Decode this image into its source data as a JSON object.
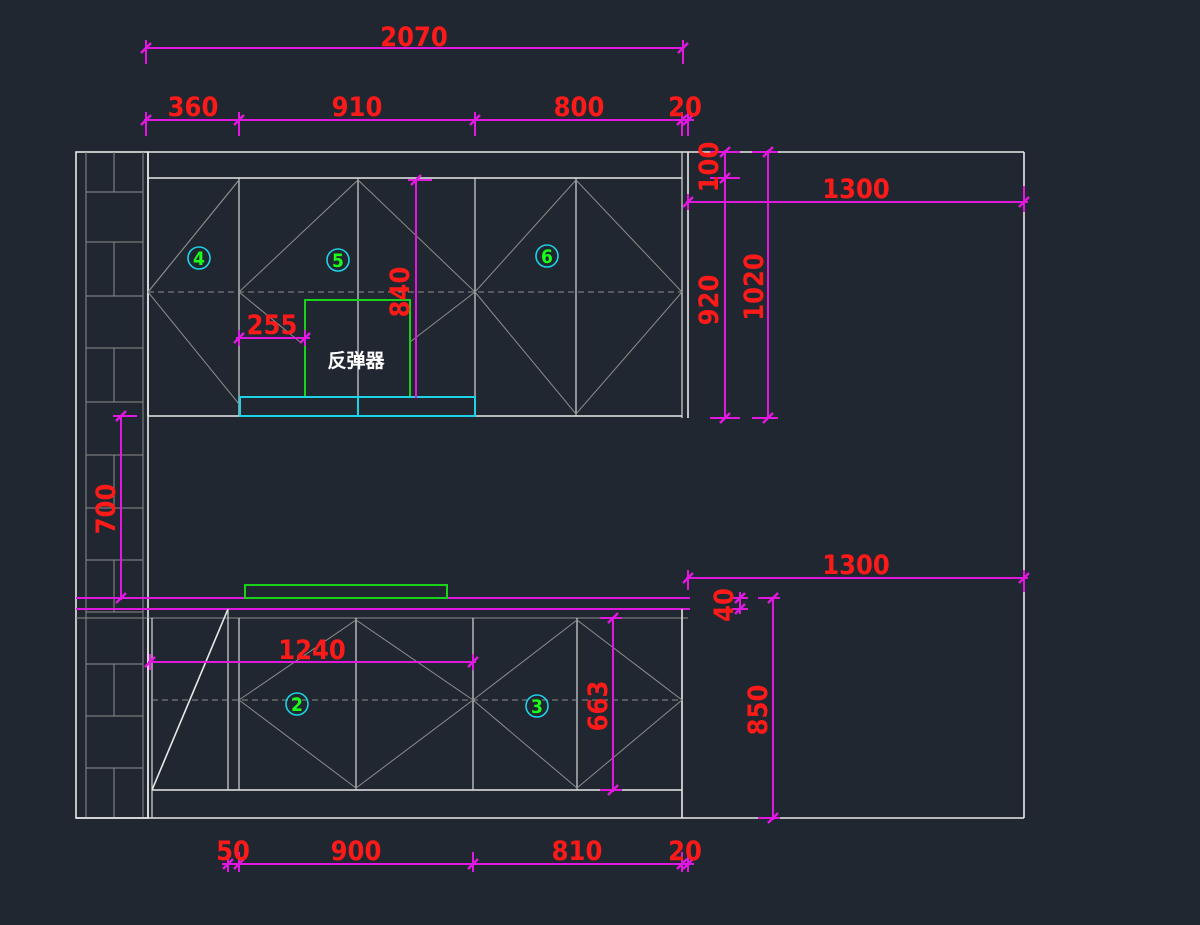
{
  "drawing": {
    "appliance_label": "反弹器",
    "colors": {
      "background": "#212730",
      "outline": "#e8e8e8",
      "dimension_line": "#e018e0",
      "dimension_text": "#ff1a1a",
      "cabinet_number": "#19ff19",
      "marker_circle": "#1ed2e6"
    },
    "cabinet_numbers": {
      "n4": "4",
      "n5": "5",
      "n6": "6",
      "n2": "2",
      "n3": "3"
    },
    "dimensions": {
      "top_total": "2070",
      "top_seg_1": "360",
      "top_seg_2": "910",
      "top_seg_3": "800",
      "top_seg_4": "20",
      "upper_top_gap": "100",
      "upper_height": "920",
      "upper_total_height": "1020",
      "upper_depth": "1300",
      "hood_height": "840",
      "hood_offset": "255",
      "wall_gap": "700",
      "counter_depth": "1300",
      "counter_thickness": "40",
      "base_total_height": "850",
      "base_door_height": "663",
      "base_width": "1240",
      "bottom_seg_1": "50",
      "bottom_seg_2": "900",
      "bottom_seg_3": "810",
      "bottom_seg_4": "20"
    }
  }
}
